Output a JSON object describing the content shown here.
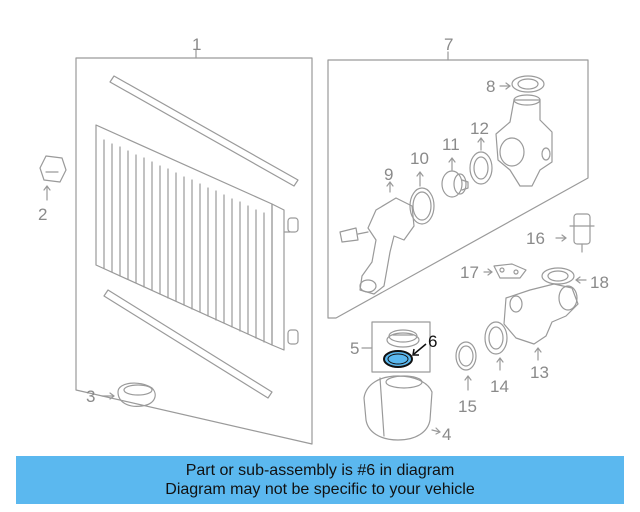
{
  "callouts": {
    "c1": "1",
    "c2": "2",
    "c3": "3",
    "c4": "4",
    "c5": "5",
    "c6": "6",
    "c7": "7",
    "c8": "8",
    "c9": "9",
    "c10": "10",
    "c11": "11",
    "c12": "12",
    "c13": "13",
    "c14": "14",
    "c15": "15",
    "c16": "16",
    "c17": "17",
    "c18": "18"
  },
  "highlight": {
    "part": "6",
    "color": "#5bb8ef"
  },
  "colors": {
    "line": "#9a9a9a",
    "banner": "#5bb8ef"
  },
  "banner": {
    "line1": "Part or sub-assembly is #6 in diagram",
    "line2": "Diagram may not be specific to your vehicle"
  }
}
